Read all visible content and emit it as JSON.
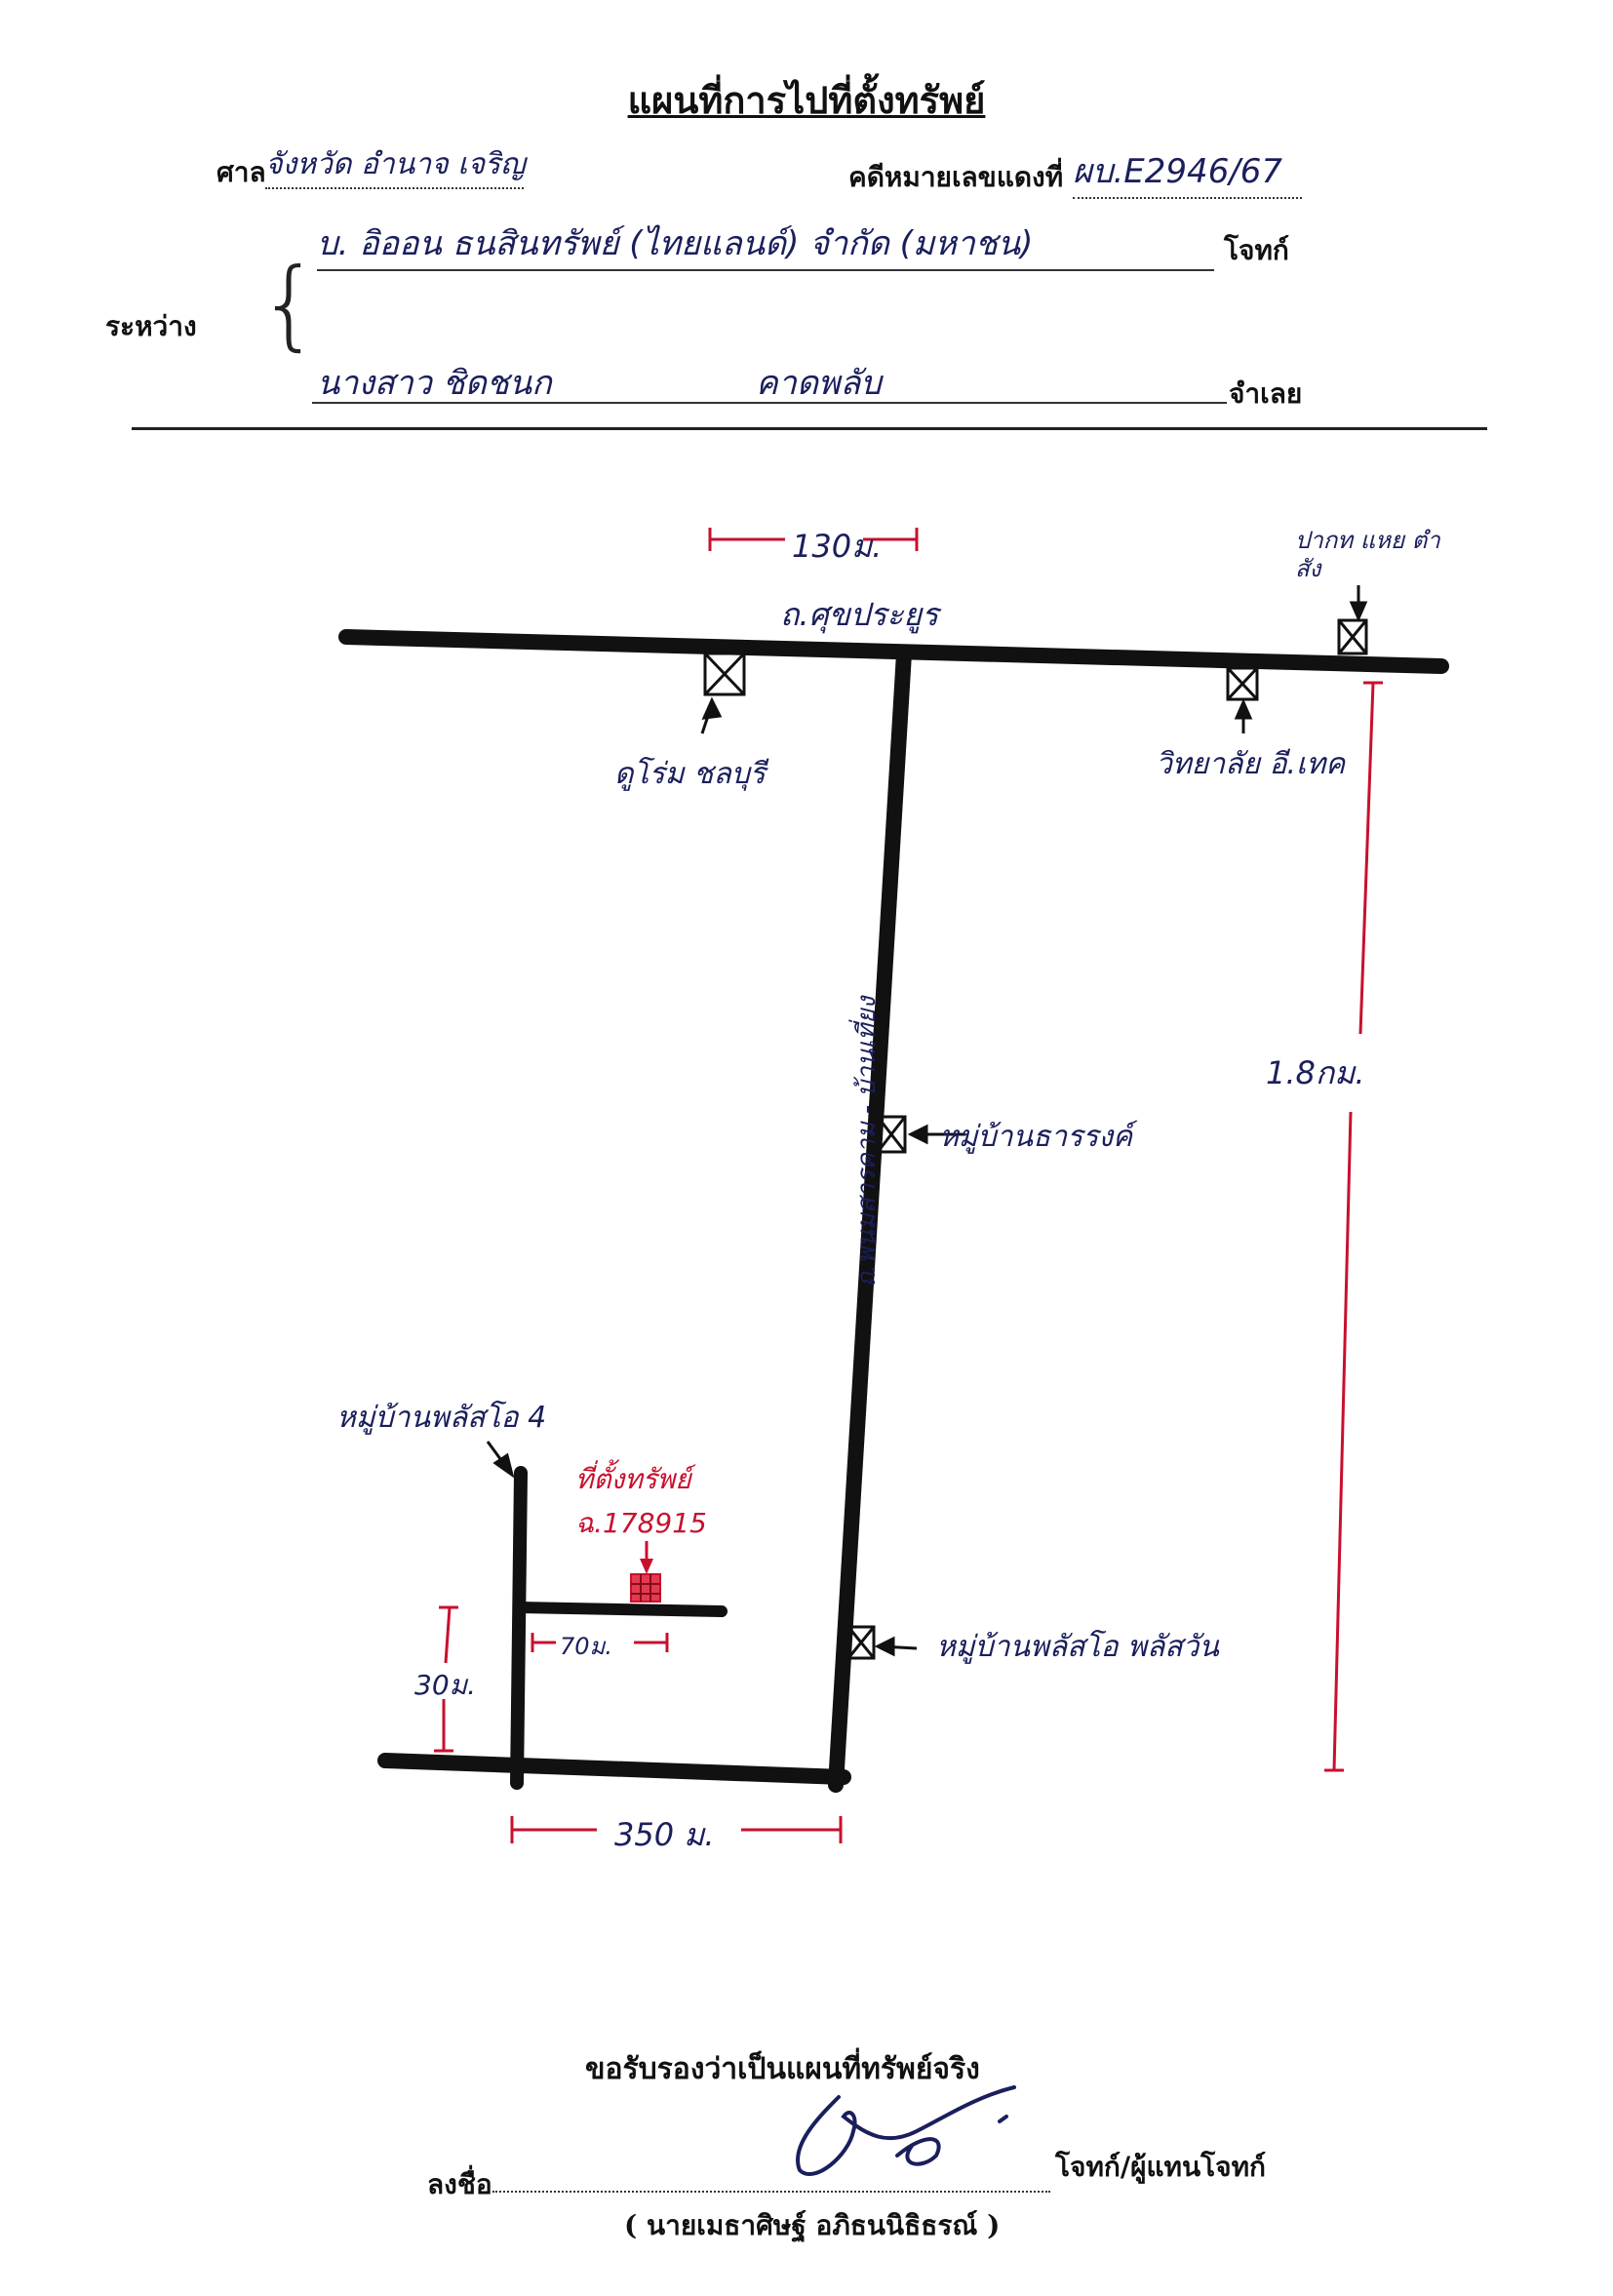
{
  "header": {
    "title": "แผนที่การไปที่ตั้งทรัพย์",
    "court_label": "ศาล",
    "court_value": "จังหวัด อำนาจ เจริญ",
    "case_label": "คดีหมายเลขแดงที่",
    "case_value": "ผบ.E2946/67",
    "between_label": "ระหว่าง",
    "plaintiff_value": "บ. อิออน ธนสินทรัพย์ (ไทยแลนด์) จำกัด (มหาชน)",
    "plaintiff_label": "โจทก์",
    "defendant_name": "นางสาว ชิดชนก",
    "defendant_surname": "คาดพลับ",
    "defendant_label": "จำเลย"
  },
  "map": {
    "road_label": "ถ.ศุขประยูร",
    "distance_top": "130ม.",
    "landmark_top_right": "ปากท แหย ตำสัง",
    "landmark_left": "ดูโร่ม ชลบุรี",
    "landmark_right": "วิทยาลัย อี.เทค",
    "distance_right": "1.8กม.",
    "vertical_road_label": "ถ.พนมสารคาม - บ้านเที่ยง",
    "village_mid": "หมู่บ้านธารรงค์",
    "village_left": "หมู่บ้านพลัสโอ 4",
    "target_label": "ที่ตั้งทรัพย์",
    "target_deed": "ฉ.178915",
    "village_bottom": "หมู่บ้านพลัสโอ พลัสวัน",
    "distance_70": "70ม.",
    "distance_30": "30ม.",
    "distance_350": "350 ม."
  },
  "footer": {
    "certify": "ขอรับรองว่าเป็นแผนที่ทรัพย์จริง",
    "sign_label": "ลงชื่อ",
    "signer_role": "โจทก์/ผู้แทนโจทก์",
    "signer_name": "( นายเมธาศิษฐ์ อภิธนนิธิธรณ์ )"
  },
  "colors": {
    "ink": "#111111",
    "pen_blue": "#1a1f5c",
    "pen_red": "#c8102e"
  }
}
